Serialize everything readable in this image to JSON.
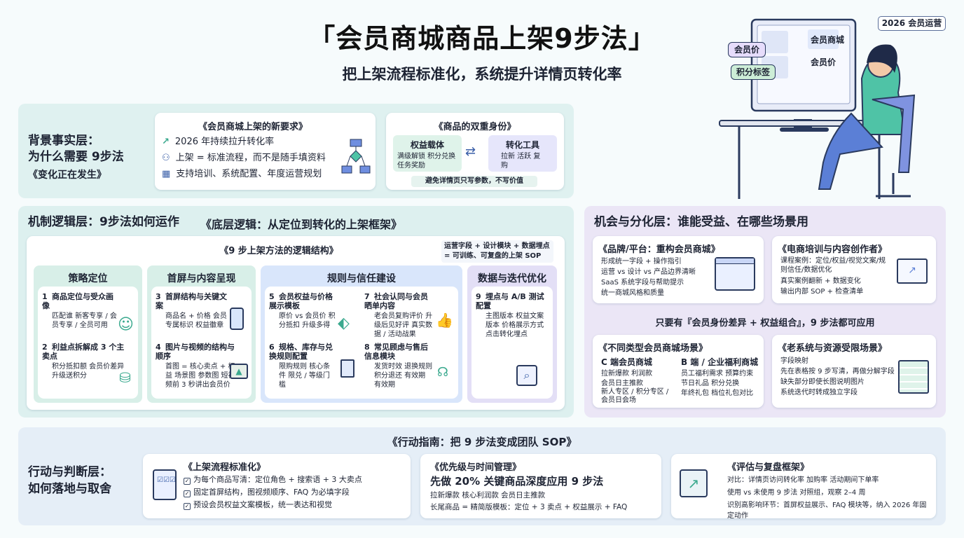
{
  "header": {
    "title": "「会员商城商品上架9步法」",
    "subtitle": "把上架流程标准化，系统提升详情页转化率",
    "tag": "2026 会员运营"
  },
  "illustration": {
    "screen_label_1": "会员商城",
    "screen_label_2": "会员价",
    "sticker_1": "会员价",
    "sticker_2": "积分标签"
  },
  "background": {
    "layer_title": "背景事实层：",
    "layer_line2": "为什么需要 9步法",
    "layer_line3": "《变化正在发生》",
    "card1_title": "《会员商城上架的新要求》",
    "card1_items": [
      "2026 年持续拉升转化率",
      "上架 = 标准流程，而不是随手填资料",
      "支持培训、系统配置、年度运营规划"
    ],
    "card2_title": "《商品的双重身份》",
    "card2_left_title": "权益载体",
    "card2_left_body": "满级解锁  积分兑换 任务奖励",
    "card2_right_title": "转化工具",
    "card2_right_body": "拉新  活跃 复购",
    "card2_note": "避免详情页只写参数，不写价值"
  },
  "mechanism": {
    "layer_title": "机制逻辑层：9步法如何运作",
    "layer_sub": "《底层逻辑：从定位到转化的上架框架》",
    "frame_title": "《9 步上架方法的逻辑结构》",
    "frame_note": "运营字段 + 设计模块 + 数据埋点 = 可训练、可复盘的上架 SOP",
    "col1_title": "策略定位",
    "col1_items": [
      {
        "n": "1",
        "t": "商品定位与受众画像",
        "d": "匹配谁 新客专享 / 会员专享 / 全员可用"
      },
      {
        "n": "2",
        "t": "利益点拆解成 3 个主卖点",
        "d": "积分抵扣额 会员价差异 升级送积分"
      }
    ],
    "col2_title": "首屏与内容呈现",
    "col2_items": [
      {
        "n": "3",
        "t": "首屏结构与关键文案",
        "d": "商品名 + 价格 会员专属标识 权益徽章"
      },
      {
        "n": "4",
        "t": "图片与视频的结构与顺序",
        "d": "首图 = 核心卖点 + 权益 场景图 参数图 短视频前 3 秒讲出会员价"
      }
    ],
    "col3_title": "规则与信任建设",
    "col3_items": [
      {
        "n": "5",
        "t": "会员权益与价格展示模板",
        "d": "原价 vs 会员价 积分抵扣 升级多得"
      },
      {
        "n": "7",
        "t": "社会认同与会员晒单内容",
        "d": "老会员复购评价 升级后见好评 真实数据 / 活动战果"
      },
      {
        "n": "6",
        "t": "规格、库存与兑换规则配置",
        "d": "限购规则 核心条件 限兑 / 等级门槛"
      },
      {
        "n": "8",
        "t": "常见顾虑与售后信息模块",
        "d": "发货时效  退换规则 积分退还  有效期 有效期"
      }
    ],
    "col4_title": "数据与迭代优化",
    "col4_items": [
      {
        "n": "9",
        "t": "埋点与 A/B 测试配置",
        "d": "主图版本 权益文案版本 价格展示方式 点击转化埋点"
      }
    ]
  },
  "opportunity": {
    "layer_title": "机会与分化层：谁能受益、在哪些场景用",
    "card1_title": "《品牌/平台：重构会员商城》",
    "card1_lines": [
      "形成统一字段 + 操作指引",
      "运营 vs 设计 vs 产品边界清晰",
      "SaaS 系统字段与帮助提示",
      "统一商城风格和质量"
    ],
    "card2_title": "《电商培训与内容创作者》",
    "card2_lines": [
      "课程案例：定位/权益/视觉文案/规则信任/数据优化",
      "真实案例翻新 + 数据变化",
      "输出内部 SOP + 检查清单"
    ],
    "note": "只要有『会员身份差异 + 权益组合』，9 步法都可应用",
    "card3_title": "《不同类型会员商城场景》",
    "card3_col1_title": "C 端会员商城",
    "card3_col1_lines": [
      "拉新爆款  利润款",
      "会员日主推款",
      "新人专区 / 积分专区 / 会员日会场"
    ],
    "card3_col2_title": "B 端 / 企业福利商城",
    "card3_col2_lines": [
      "员工福利需求  预算约束",
      "节日礼品    积分兑换",
      "年终礼包    档位礼包对比"
    ],
    "card4_title": "《老系统与资源受限场景》",
    "card4_lines": [
      "字段映射",
      "先在表格按 9 步写清，再做分解字段",
      "缺失部分即使长图说明图片",
      "系统迭代时转成独立字段"
    ]
  },
  "action": {
    "layer_title": "行动与判断层：",
    "layer_line2": "如何落地与取舍",
    "banner": "《行动指南：把 9 步法变成团队 SOP》",
    "card1_title": "《上架流程标准化》",
    "card1_items": [
      "为每个商品写清：定位角色 + 搜索语 + 3 大卖点",
      "固定首屏结构，图视频顺序、FAQ 为必填字段",
      "预设会员权益文案模板，统一表达和视觉"
    ],
    "card2_title": "《优先级与时间管理》",
    "card2_highlight": "先做 20% 关键商品深度应用 9 步法",
    "card2_lines": [
      "拉新爆款  核心利润款  会员日主推款",
      "长尾商品 = 精简版模板：定位 + 3 卖点 + 权益展示 + FAQ"
    ],
    "card3_title": "《评估与复盘框架》",
    "card3_lines": [
      "对比：详情页访问转化率  加购率  活动期间下单率",
      "使用 vs 未使用 9 步法 对照组，观察 2–4 周",
      "识别高影响环节：首屏权益展示、FAQ 模块等，纳入 2026 年固定动作"
    ]
  },
  "colors": {
    "teal": "#4bb5ad",
    "blue": "#5b7fd6",
    "purple": "#8a7bd0",
    "navy": "#2a3a5e"
  }
}
